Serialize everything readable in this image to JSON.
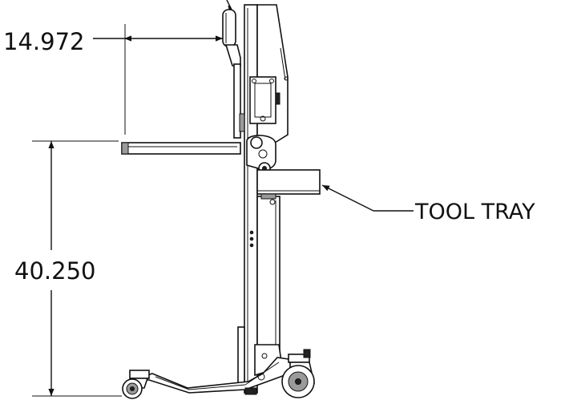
{
  "dimensions": {
    "top_offset": "14.972",
    "platform_height": "40.250"
  },
  "callouts": {
    "tool_tray": "TOOL TRAY"
  },
  "colors": {
    "line": "#111111",
    "background": "#ffffff"
  }
}
